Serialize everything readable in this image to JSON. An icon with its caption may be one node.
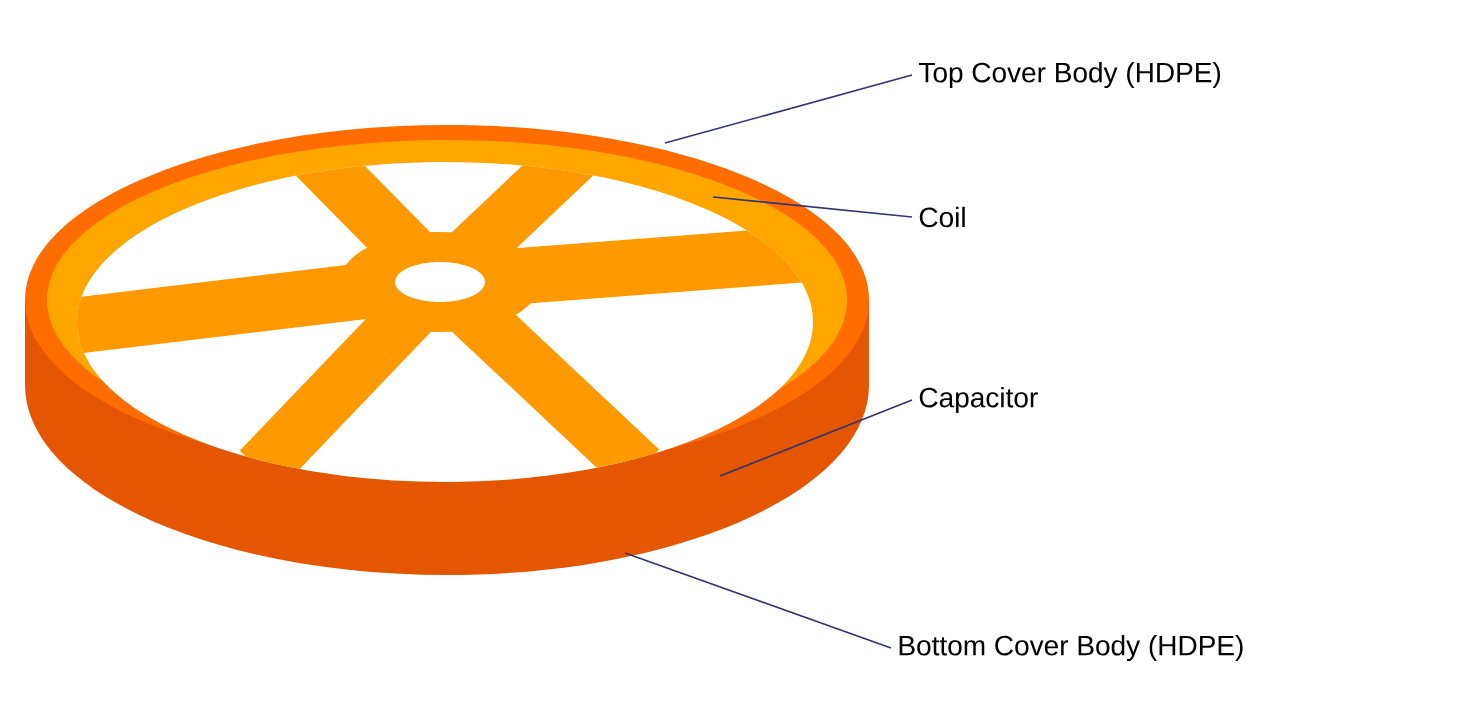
{
  "diagram": {
    "nodes": [
      {
        "text": [
          "Top Cover Body (HDPE)"
        ]
      },
      {
        "text": [
          "Coil"
        ]
      },
      {
        "text": [
          "Capacitor"
        ]
      },
      {
        "text": [
          "Bottom Cover Body (HDPE)"
        ]
      }
    ],
    "edges": [
      {
        "from": 0,
        "to": null,
        "arrow": "none"
      },
      {
        "from": 1,
        "to": null,
        "arrow": "none"
      },
      {
        "from": 2,
        "to": null,
        "arrow": "none"
      },
      {
        "from": 3,
        "to": null,
        "arrow": "none"
      }
    ]
  }
}
